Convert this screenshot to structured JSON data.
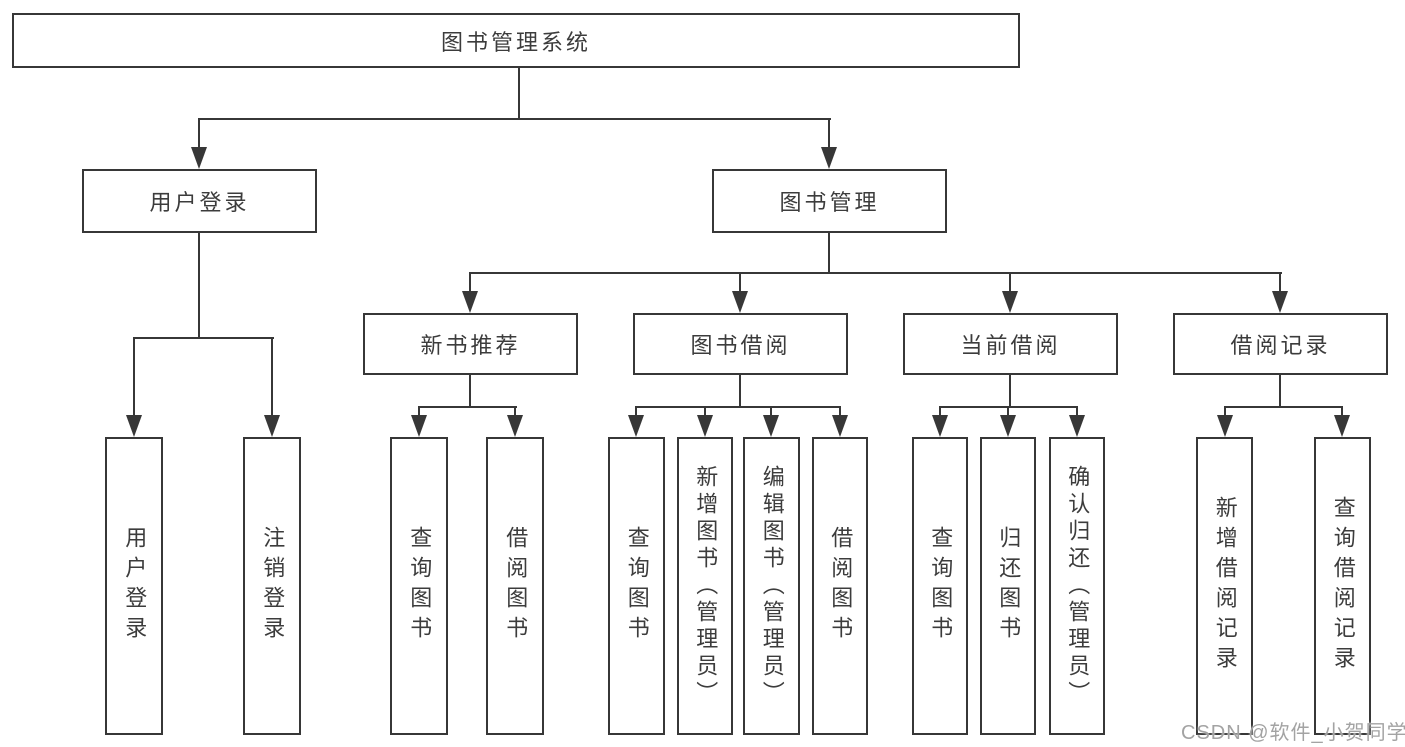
{
  "diagram": {
    "root": "图书管理系统",
    "user_login": {
      "label": "用户登录",
      "children": [
        "用户登录",
        "注销登录"
      ]
    },
    "book_mgmt": {
      "label": "图书管理",
      "groups": [
        {
          "label": "新书推荐",
          "children": [
            "查询图书",
            "借阅图书"
          ]
        },
        {
          "label": "图书借阅",
          "children": [
            "查询图书",
            "新增图书（管理员）",
            "编辑图书（管理员）",
            "借阅图书"
          ]
        },
        {
          "label": "当前借阅",
          "children": [
            "查询图书",
            "归还图书",
            "确认归还（管理员）"
          ]
        },
        {
          "label": "借阅记录",
          "children": [
            "新增借阅记录",
            "查询借阅记录"
          ]
        }
      ]
    }
  },
  "watermark": "CSDN @软件_小贺同学",
  "colors": {
    "line": "#373737",
    "text": "#3c3c3c",
    "watermark": "#a3a3a3",
    "background": "#ffffff"
  }
}
